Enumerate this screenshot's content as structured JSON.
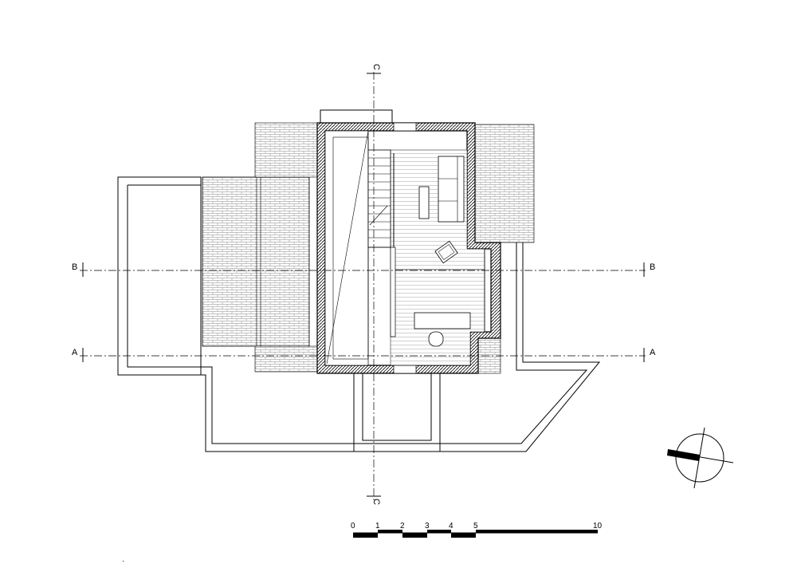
{
  "section_marks": {
    "a": "A",
    "b": "B",
    "c": "C"
  },
  "scale_bar": {
    "ticks": [
      "0",
      "1",
      "2",
      "3",
      "4",
      "5",
      "10"
    ]
  },
  "stray_mark": "·"
}
